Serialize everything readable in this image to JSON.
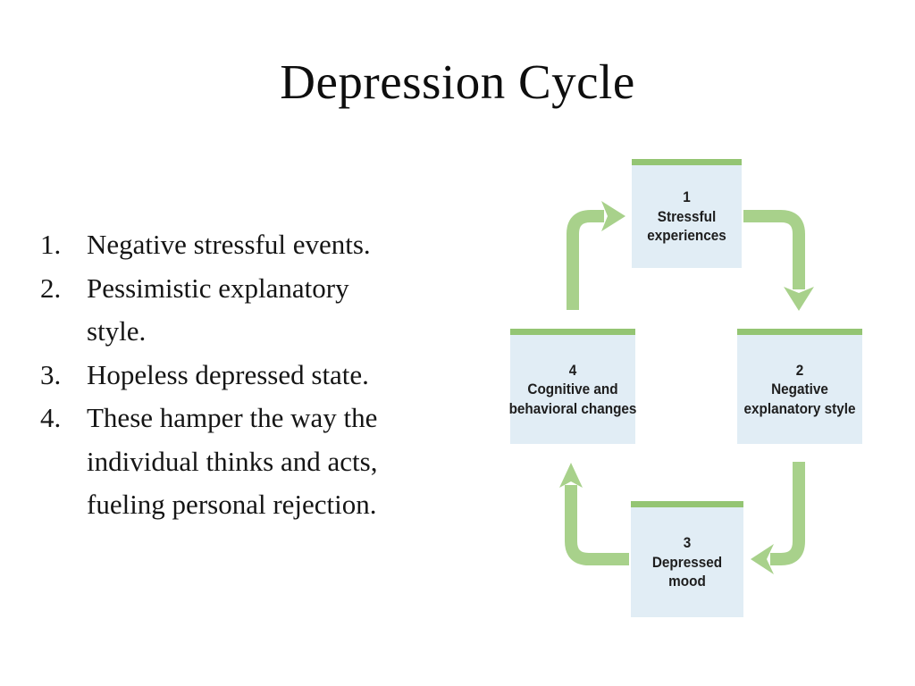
{
  "slide": {
    "title": "Depression Cycle"
  },
  "list": {
    "items": [
      {
        "num": "1.",
        "lines": [
          "Negative stressful events."
        ]
      },
      {
        "num": "2.",
        "lines": [
          "Pessimistic explanatory",
          "style."
        ]
      },
      {
        "num": "3.",
        "lines": [
          "Hopeless depressed state."
        ]
      },
      {
        "num": "4.",
        "lines": [
          "These hamper the way the",
          "individual thinks and acts,",
          "fueling personal rejection."
        ]
      }
    ]
  },
  "diagram": {
    "boxes": [
      {
        "num": "1",
        "lines": [
          "Stressful",
          "experiences"
        ]
      },
      {
        "num": "2",
        "lines": [
          "Negative",
          "explanatory style"
        ]
      },
      {
        "num": "3",
        "lines": [
          "Depressed",
          "mood"
        ]
      },
      {
        "num": "4",
        "lines": [
          "Cognitive and",
          "behavioral changes"
        ]
      }
    ],
    "edges": [
      {
        "from": "1",
        "to": "2"
      },
      {
        "from": "2",
        "to": "3"
      },
      {
        "from": "3",
        "to": "4"
      },
      {
        "from": "4",
        "to": "1"
      }
    ],
    "colors": {
      "arrow": "#a8d18b",
      "bar": "#94c573",
      "boxfill": "#e1edf5",
      "boxtext": "#1e1e1e"
    }
  }
}
